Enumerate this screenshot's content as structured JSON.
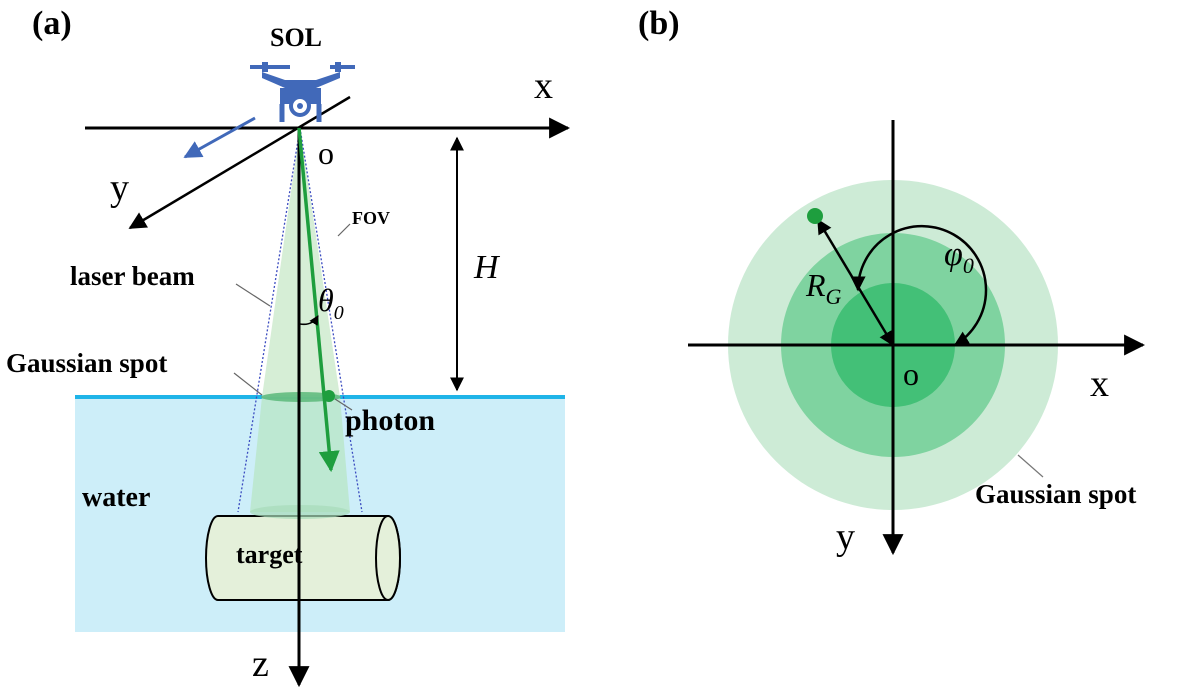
{
  "panel_a": {
    "label": "(a)",
    "sol": "SOL",
    "axis_x": "x",
    "axis_y": "y",
    "axis_z": "z",
    "origin": "o",
    "fov": "FOV",
    "height": "H",
    "theta_sym": "θ",
    "theta_sub": "0",
    "laser_beam": "laser beam",
    "gaussian_spot": "Gaussian spot",
    "photon": "photon",
    "water": "water",
    "target": "target"
  },
  "panel_b": {
    "label": "(b)",
    "axis_x": "x",
    "axis_y": "y",
    "origin": "o",
    "phi_sym": "φ",
    "phi_sub": "0",
    "r_sym": "R",
    "r_sub": "G",
    "gaussian_spot": "Gaussian spot"
  },
  "colors": {
    "water": "#cdeef9",
    "water_surface": "#1fb4e8",
    "beam": "#d2ecd2",
    "photon": "#1e9e3e",
    "drone": "#4169b9",
    "target_fill": "#e4f0da",
    "spot_outer": "#cdebd6",
    "spot_mid": "#7fd3a0",
    "spot_inner": "#43c077"
  }
}
